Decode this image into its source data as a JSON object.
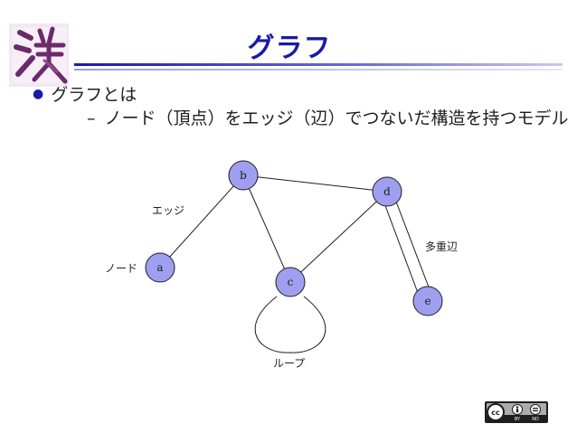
{
  "slide": {
    "title": "グラフ",
    "bullet": "グラフとは",
    "sub_bullet": "ノード（頂点）をエッジ（辺）でつないだ構造を持つモデル"
  },
  "graph": {
    "nodes": [
      {
        "id": "a",
        "label": "a"
      },
      {
        "id": "b",
        "label": "b"
      },
      {
        "id": "c",
        "label": "c"
      },
      {
        "id": "d",
        "label": "d"
      },
      {
        "id": "e",
        "label": "e"
      }
    ],
    "edges": [
      {
        "from": "a",
        "to": "b"
      },
      {
        "from": "b",
        "to": "c"
      },
      {
        "from": "b",
        "to": "d"
      },
      {
        "from": "c",
        "to": "d"
      },
      {
        "from": "d",
        "to": "e",
        "multiplicity": 2
      },
      {
        "from": "c",
        "to": "c",
        "type": "loop"
      }
    ],
    "annotations": {
      "edge": "エッジ",
      "node": "ノード",
      "multi_edge": "多重辺",
      "loop": "ループ"
    },
    "node_fill": "#9f9ff0"
  },
  "license": {
    "by": "BY",
    "nd": "ND"
  }
}
